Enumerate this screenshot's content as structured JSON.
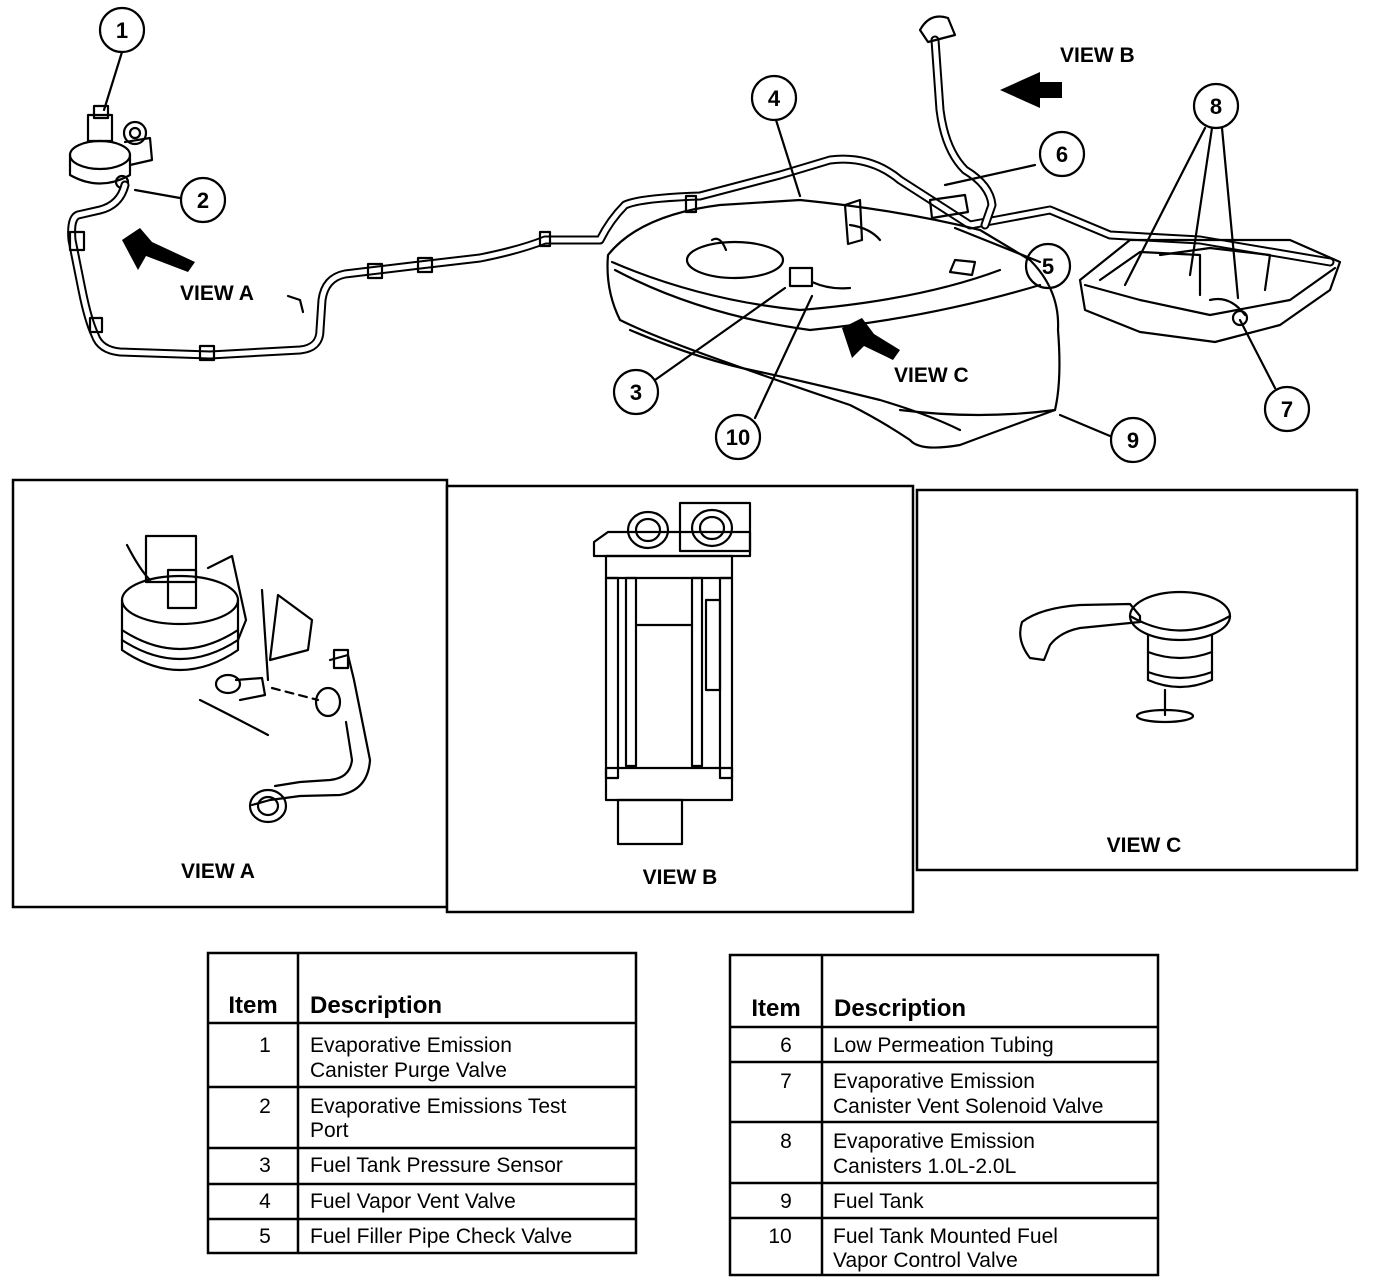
{
  "callouts": [
    "1",
    "2",
    "3",
    "4",
    "5",
    "6",
    "7",
    "8",
    "9",
    "10"
  ],
  "view_labels": {
    "main_a": "VIEW A",
    "main_b": "VIEW B",
    "main_c": "VIEW C",
    "panel_a": "VIEW A",
    "panel_b": "VIEW B",
    "panel_c": "VIEW C"
  },
  "table_left": {
    "header_item": "Item",
    "header_desc": "Description",
    "rows": [
      {
        "item": "1",
        "l1": "Evaporative Emission",
        "l2": "Canister Purge Valve"
      },
      {
        "item": "2",
        "l1": "Evaporative Emissions Test",
        "l2": "Port"
      },
      {
        "item": "3",
        "l1": "Fuel Tank Pressure Sensor",
        "l2": ""
      },
      {
        "item": "4",
        "l1": "Fuel Vapor Vent Valve",
        "l2": ""
      },
      {
        "item": "5",
        "l1": "Fuel Filler Pipe Check Valve",
        "l2": ""
      }
    ]
  },
  "table_right": {
    "header_item": "Item",
    "header_desc": "Description",
    "rows": [
      {
        "item": "6",
        "l1": "Low Permeation Tubing",
        "l2": ""
      },
      {
        "item": "7",
        "l1": "Evaporative Emission",
        "l2": "Canister Vent Solenoid Valve"
      },
      {
        "item": "8",
        "l1": "Evaporative Emission",
        "l2": "Canisters 1.0L-2.0L"
      },
      {
        "item": "9",
        "l1": "Fuel Tank",
        "l2": ""
      },
      {
        "item": "10",
        "l1": "Fuel Tank Mounted Fuel",
        "l2": "Vapor Control Valve"
      }
    ]
  }
}
